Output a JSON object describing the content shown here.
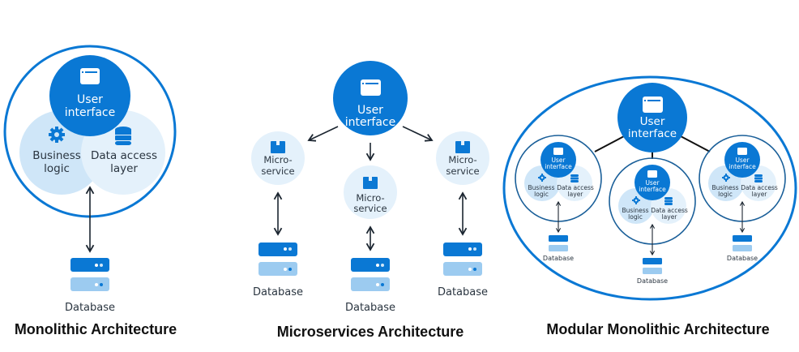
{
  "colors": {
    "primary": "#0a78d4",
    "light": "#cfe6f8",
    "lighter": "#e4f1fb",
    "db_light": "#9ccbf0",
    "arrow": "#1b2530",
    "text_dark": "#2a3540",
    "title": "#111111"
  },
  "monolithic": {
    "title": "Monolithic Architecture",
    "ui_line1": "User",
    "ui_line2": "interface",
    "business_line1": "Business",
    "business_line2": "logic",
    "data_line1": "Data access",
    "data_line2": "layer",
    "database_label": "Database",
    "icons": [
      "window-icon",
      "gear-icon",
      "database-stack-icon",
      "server-icon"
    ]
  },
  "microservices": {
    "title": "Microservices Architecture",
    "ui_line1": "User",
    "ui_line2": "interface",
    "services": [
      {
        "line1": "Micro-",
        "line2": "service",
        "database_label": "Database"
      },
      {
        "line1": "Micro-",
        "line2": "service",
        "database_label": "Database"
      },
      {
        "line1": "Micro-",
        "line2": "service",
        "database_label": "Database"
      }
    ],
    "icons": [
      "window-icon",
      "box-icon",
      "server-icon"
    ]
  },
  "modular": {
    "title": "Modular Monolithic Architecture",
    "ui_line1": "User",
    "ui_line2": "interface",
    "modules": [
      {
        "ui1": "User",
        "ui2": "interface",
        "b1": "Business",
        "b2": "logic",
        "d1": "Data access",
        "d2": "layer",
        "database_label": "Database"
      },
      {
        "ui1": "User",
        "ui2": "interface",
        "b1": "Business",
        "b2": "logic",
        "d1": "Data access",
        "d2": "layer",
        "database_label": "Database"
      },
      {
        "ui1": "User",
        "ui2": "interface",
        "b1": "Business",
        "b2": "logic",
        "d1": "Data access",
        "d2": "layer",
        "database_label": "Database"
      }
    ]
  }
}
